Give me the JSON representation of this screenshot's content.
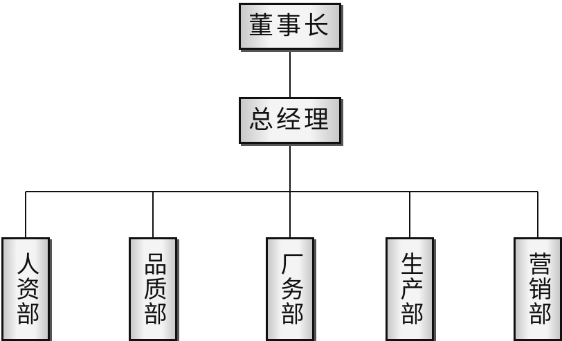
{
  "org_chart": {
    "chairman": "董事长",
    "general_manager": "总经理",
    "departments": [
      {
        "label": "人资部"
      },
      {
        "label": "品质部"
      },
      {
        "label": "厂务部"
      },
      {
        "label": "生产部"
      },
      {
        "label": "营销部"
      }
    ]
  },
  "colors": {
    "line": "#111111",
    "node_border": "#111111",
    "node_fill": "#f4f4f4",
    "node_shade": "#c8c8c8"
  }
}
